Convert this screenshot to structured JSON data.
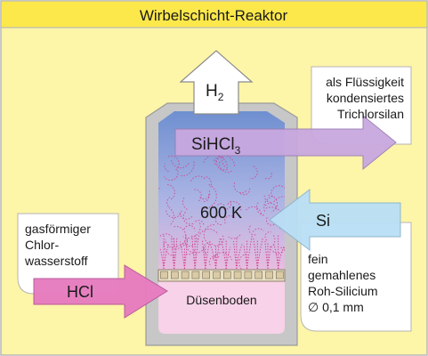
{
  "title": "Wirbelschicht-Reaktor",
  "labels": {
    "h2": "H",
    "h2_sub": "2",
    "sihcl3_pre": "SiHCl",
    "sihcl3_sub": "3",
    "temperature": "600 K",
    "si": "Si",
    "hcl": "HCl",
    "duesenboden": "Düsenboden"
  },
  "notes": {
    "trichlorsilan": [
      "als Flüssigkeit",
      "kondensiertes",
      "Trichlorsilan"
    ],
    "chlorwasserstoff": [
      "gasförmiger",
      "Chlor-",
      "wasserstoff"
    ],
    "silicium": [
      "fein",
      "gemahlenes",
      "Roh-Silicium",
      "∅ 0,1 mm"
    ]
  },
  "colors": {
    "background": "#fdf5a8",
    "title_bar": "#fce84a",
    "reactor_wall": "#c7c7c7",
    "gas_zone_top": "#6f8fd0",
    "gas_zone_bottom": "#e7bde0",
    "lower_chamber": "#f7d2e8",
    "arrow_purple": "#c9a8e0",
    "arrow_blue": "#b9dff5",
    "arrow_pink": "#e77cc0",
    "particles": "#d23a8a"
  }
}
